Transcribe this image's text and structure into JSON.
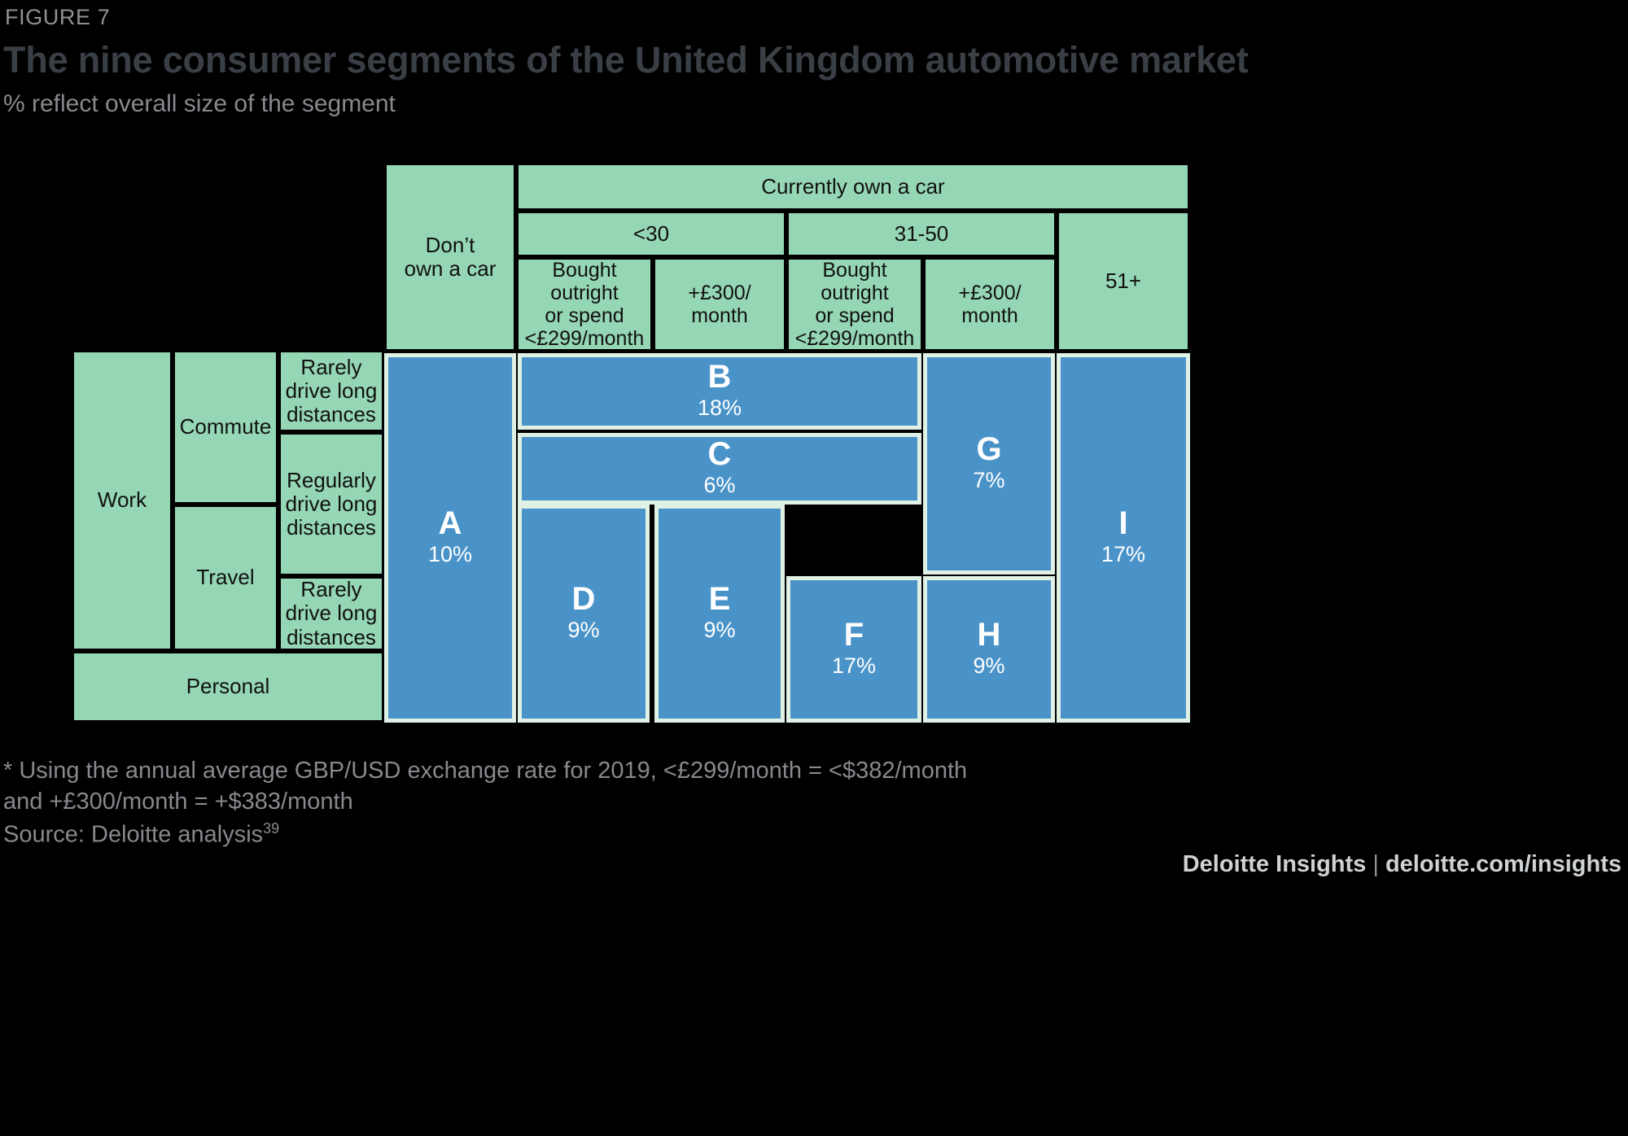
{
  "figure": {
    "label": "FIGURE 7",
    "title": "The nine consumer segments of the United Kingdom automotive market",
    "subtitle": "% reflect overall size of the segment"
  },
  "footnotes": {
    "note": "* Using the annual average GBP/USD exchange rate for 2019, <£299/month = <$382/month\nand +£300/month = +$383/month",
    "source_label": "Source: Deloitte analysis",
    "source_ref": "39"
  },
  "branding": {
    "name": "Deloitte Insights",
    "separator": " | ",
    "url": "deloitte.com/insights"
  },
  "colors": {
    "header_green": "#95d6b4",
    "tile_blue": "#4a93c8",
    "tile_border": "#dff0e4",
    "grid_black": "#000000",
    "title_gray": "#3a3f45",
    "muted_gray": "#86898d"
  },
  "chart_data": {
    "type": "mosaic",
    "title": "The nine consumer segments of the United Kingdom automotive market",
    "subtitle": "% reflect overall size of the segment",
    "value_unit": "%",
    "column_headers": {
      "level1": [
        {
          "label": "Don't\nown a car",
          "spans": 1
        },
        {
          "label": "Currently own a car",
          "spans": 5
        }
      ],
      "level2": [
        {
          "label": "<30",
          "spans": 2
        },
        {
          "label": "31-50",
          "spans": 2
        },
        {
          "label": "51+",
          "spans": 1
        }
      ],
      "level3": [
        "Bought outright\nor spend\n<£299/month",
        "+£300/\nmonth",
        "Bought outright\nor spend\n<£299/month",
        "+£300/\nmonth"
      ]
    },
    "row_headers": {
      "level1": [
        {
          "label": "Work",
          "spans": 3
        },
        {
          "label": "Personal",
          "spans": 1
        }
      ],
      "level2": [
        {
          "label": "Commute",
          "spans": 2
        },
        {
          "label": "Travel",
          "spans": 1
        }
      ],
      "level3": [
        "Rarely\ndrive long\ndistances",
        "Regularly\ndrive long\ndistances",
        "Rarely\ndrive long\ndistances"
      ]
    },
    "segments": [
      {
        "letter": "A",
        "value": 10,
        "label": "10%"
      },
      {
        "letter": "B",
        "value": 18,
        "label": "18%"
      },
      {
        "letter": "C",
        "value": 6,
        "label": "6%"
      },
      {
        "letter": "D",
        "value": 9,
        "label": "9%"
      },
      {
        "letter": "E",
        "value": 9,
        "label": "9%"
      },
      {
        "letter": "F",
        "value": 17,
        "label": "17%"
      },
      {
        "letter": "G",
        "value": 7,
        "label": "7%"
      },
      {
        "letter": "H",
        "value": 9,
        "label": "9%"
      },
      {
        "letter": "I",
        "value": 17,
        "label": "17%"
      }
    ]
  },
  "headers": {
    "dont_own": "Don’t\nown a car",
    "currently_own": "Currently own a car",
    "age_under30": "<30",
    "age_31_50": "31-50",
    "age_51plus": "51+",
    "pay_outright_a": "Bought outright\nor spend\n<£299/month",
    "pay_plus300_a": "+£300/\nmonth",
    "pay_outright_b": "Bought outright\nor spend\n<£299/month",
    "pay_plus300_b": "+£300/\nmonth"
  },
  "rows": {
    "work": "Work",
    "commute": "Commute",
    "travel": "Travel",
    "personal": "Personal",
    "rarely_1": "Rarely\ndrive long\ndistances",
    "regularly": "Regularly\ndrive long\ndistances",
    "rarely_2": "Rarely\ndrive long\ndistances"
  },
  "tiles": {
    "A": {
      "letter": "A",
      "pct": "10%"
    },
    "B": {
      "letter": "B",
      "pct": "18%"
    },
    "C": {
      "letter": "C",
      "pct": "6%"
    },
    "D": {
      "letter": "D",
      "pct": "9%"
    },
    "E": {
      "letter": "E",
      "pct": "9%"
    },
    "F": {
      "letter": "F",
      "pct": "17%"
    },
    "G": {
      "letter": "G",
      "pct": "7%"
    },
    "H": {
      "letter": "H",
      "pct": "9%"
    },
    "I": {
      "letter": "I",
      "pct": "17%"
    }
  }
}
